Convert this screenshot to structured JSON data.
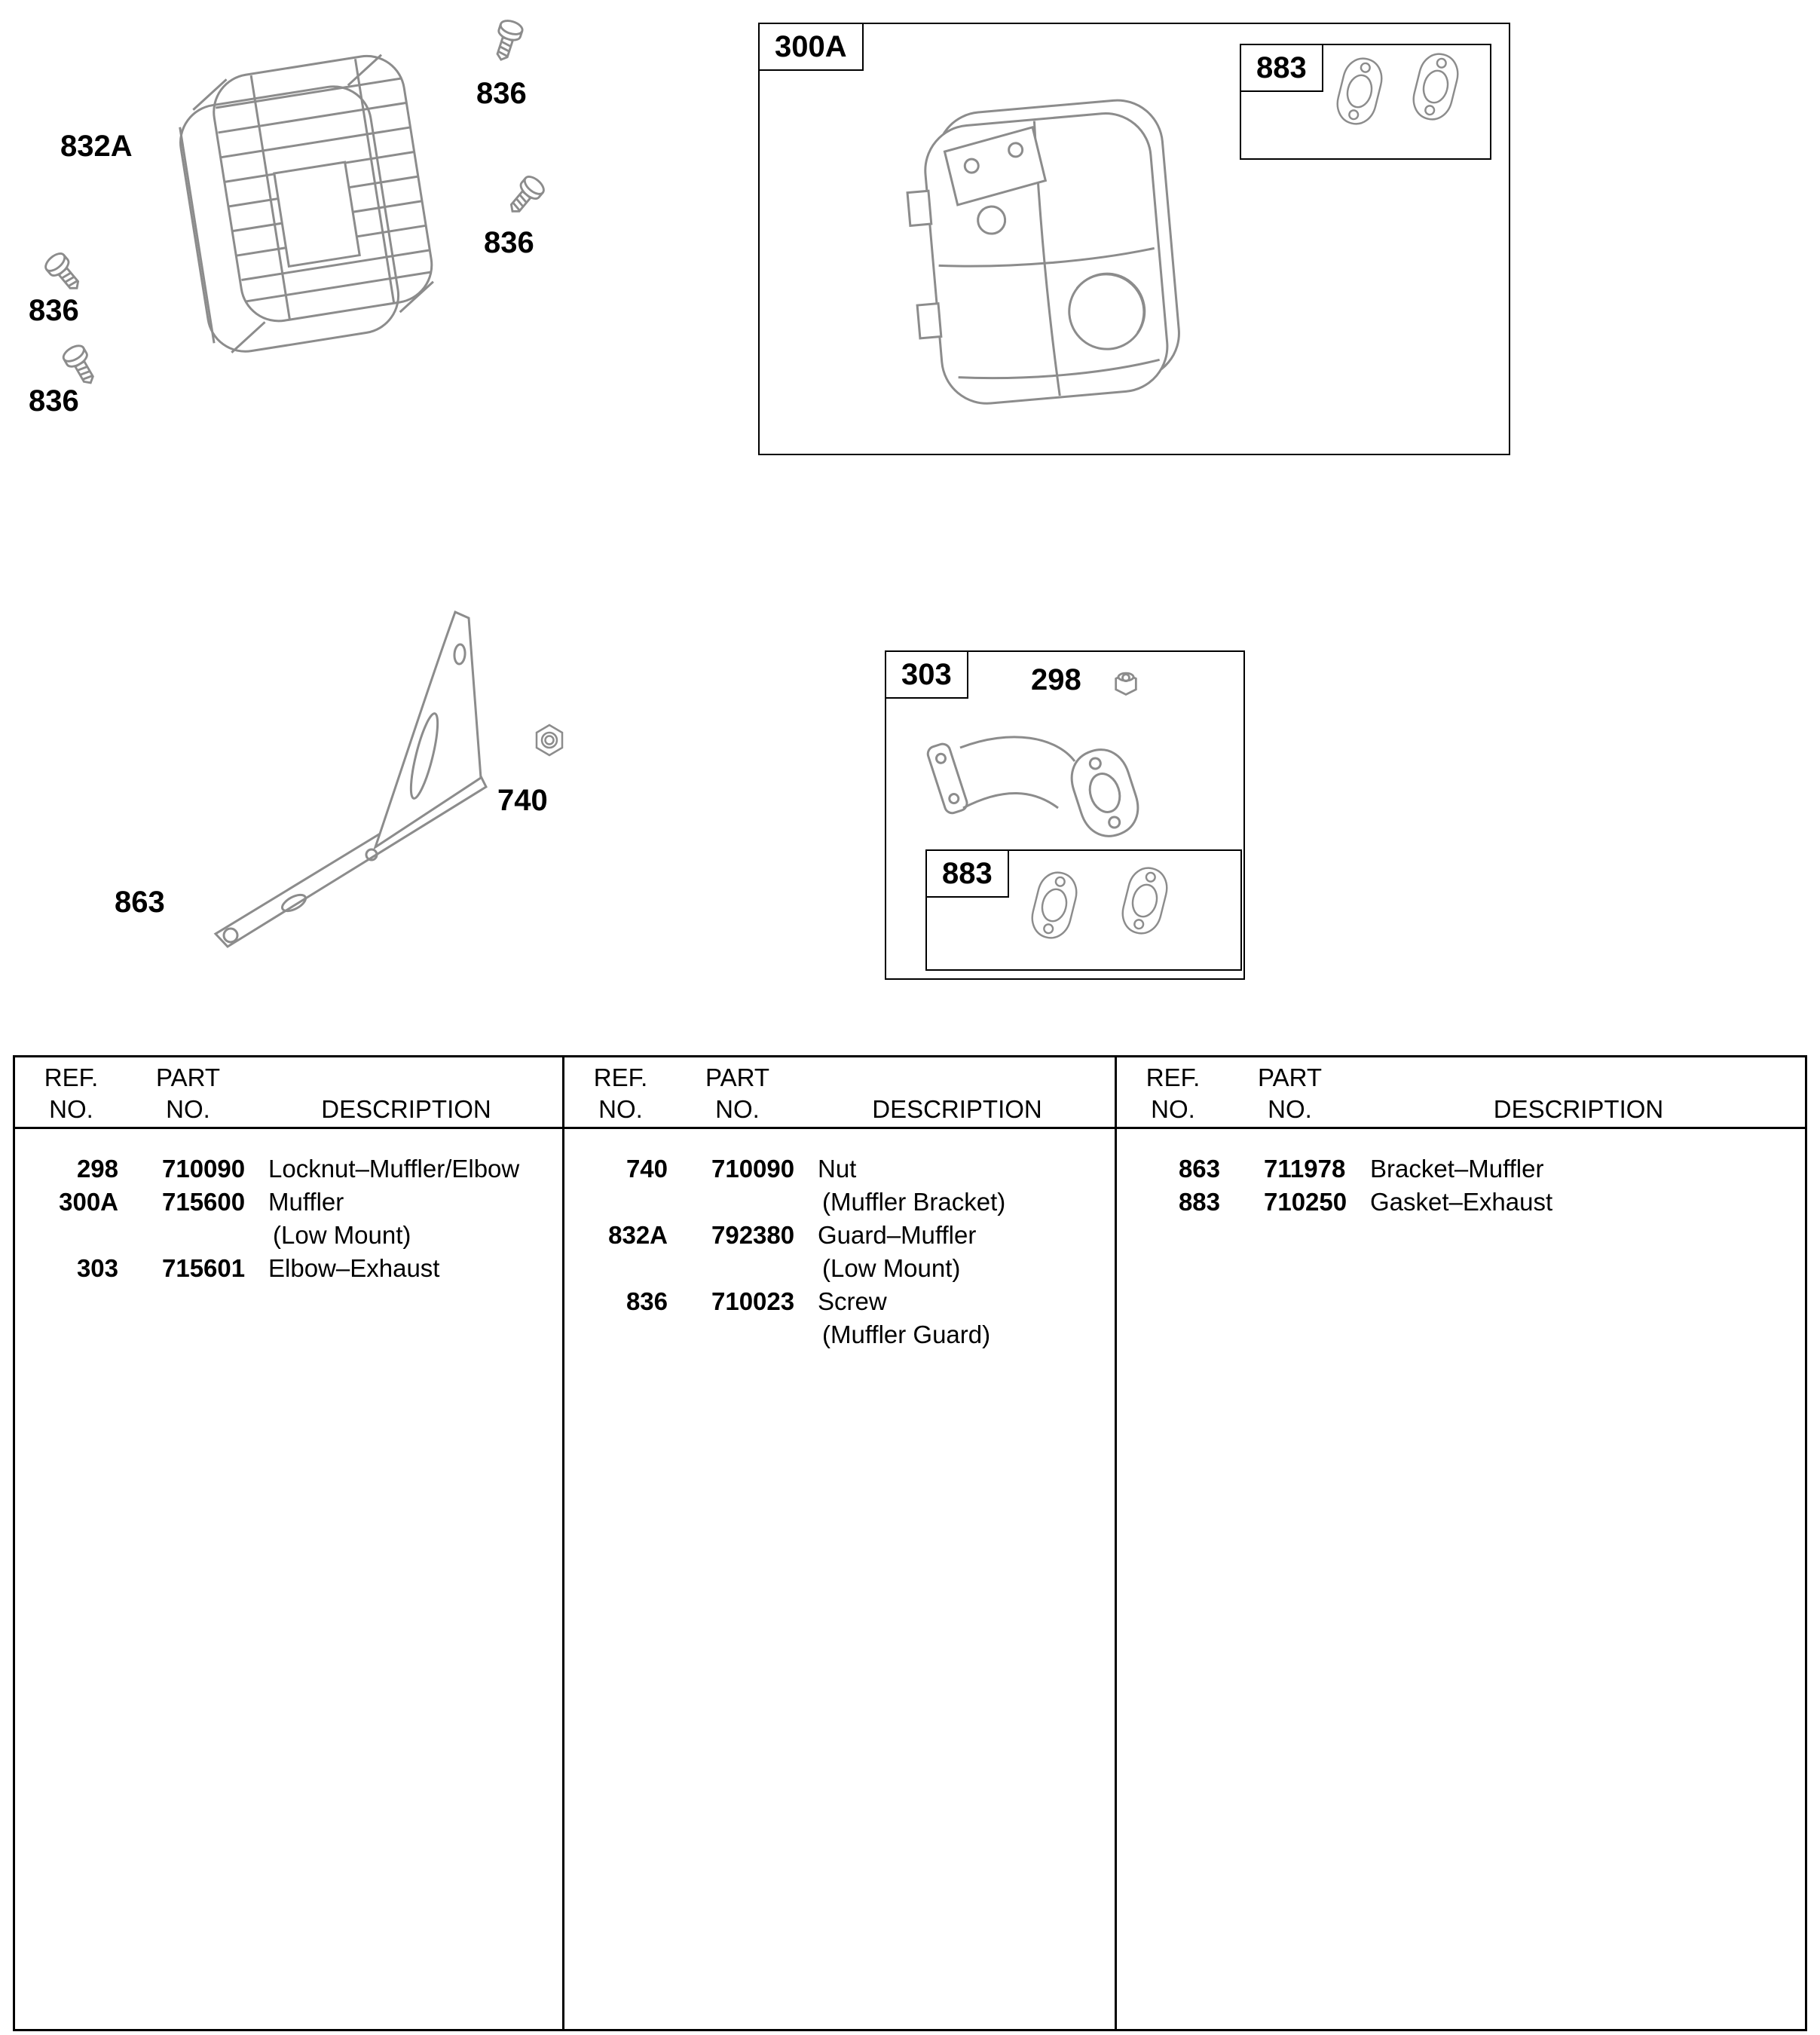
{
  "page": {
    "background": "#ffffff",
    "line_color": "#000000",
    "drawing_color": "#8c8c8c"
  },
  "diagram": {
    "guard_label": "832A",
    "screw_labels": [
      "836",
      "836",
      "836",
      "836"
    ],
    "muffler_box_label": "300A",
    "muffler_gaskets_box_label": "883",
    "bracket_label": "863",
    "nut_label": "740",
    "elbow_box_label": "303",
    "elbow_locknut_label": "298",
    "elbow_gaskets_box_label": "883"
  },
  "table": {
    "header": {
      "ref1": "REF.",
      "ref2": "NO.",
      "part1": "PART",
      "part2": "NO.",
      "desc": "DESCRIPTION"
    },
    "col1": {
      "rows": [
        {
          "ref": "298",
          "part": "710090",
          "lines": [
            "Locknut–Muffler/Elbow"
          ]
        },
        {
          "ref": "300A",
          "part": "715600",
          "lines": [
            "Muffler",
            "(Low Mount)"
          ]
        },
        {
          "ref": "303",
          "part": "715601",
          "lines": [
            "Elbow–Exhaust"
          ]
        }
      ]
    },
    "col2": {
      "rows": [
        {
          "ref": "740",
          "part": "710090",
          "lines": [
            "Nut",
            "(Muffler Bracket)"
          ]
        },
        {
          "ref": "832A",
          "part": "792380",
          "lines": [
            "Guard–Muffler",
            "(Low Mount)"
          ]
        },
        {
          "ref": "836",
          "part": "710023",
          "lines": [
            "Screw",
            "(Muffler Guard)"
          ]
        }
      ]
    },
    "col3": {
      "rows": [
        {
          "ref": "863",
          "part": "711978",
          "lines": [
            "Bracket–Muffler"
          ]
        },
        {
          "ref": "883",
          "part": "710250",
          "lines": [
            "Gasket–Exhaust"
          ]
        }
      ]
    }
  }
}
